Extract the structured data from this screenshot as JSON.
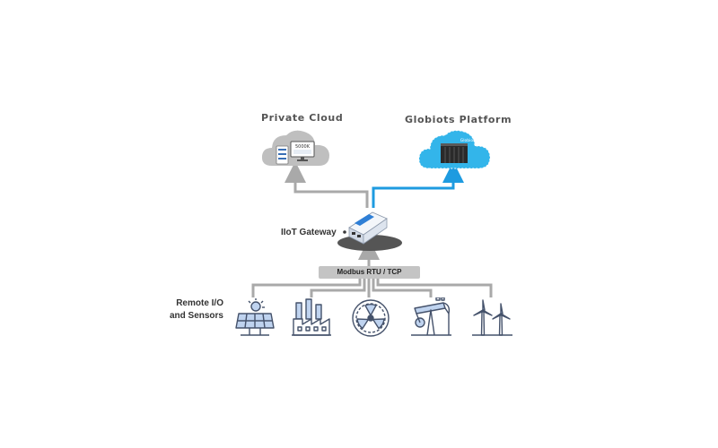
{
  "diagram": {
    "private_cloud": {
      "title": "Private Cloud",
      "display_text": "5000K"
    },
    "platform": {
      "title": "Globiots Platform",
      "badge": "Globiots"
    },
    "gateway": {
      "label": "IIoT Gateway"
    },
    "bus": {
      "label": "Modbus RTU / TCP"
    },
    "sensors": {
      "label_line1": "Remote I/O",
      "label_line2": "and Sensors",
      "devices": [
        {
          "icon": "solar-panel-icon"
        },
        {
          "icon": "factory-icon"
        },
        {
          "icon": "nuclear-icon"
        },
        {
          "icon": "oil-pump-icon"
        },
        {
          "icon": "wind-turbine-icon"
        }
      ]
    },
    "colors": {
      "private_cloud": "#bfbfbf",
      "platform_cloud": "#33b5ea",
      "link_gray": "#a9a9a9",
      "link_blue": "#1e9be0",
      "icon_stroke": "#45526b",
      "icon_fill": "#bfd3ef",
      "gateway_base": "#555555",
      "bus_fill": "#c4c4c4"
    }
  }
}
